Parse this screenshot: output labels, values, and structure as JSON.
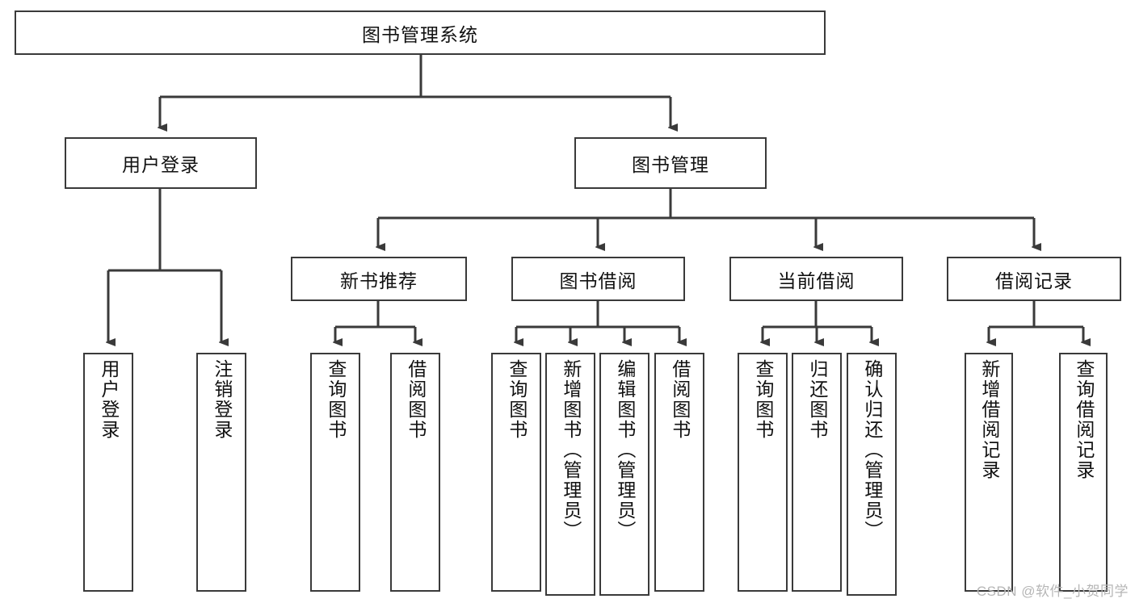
{
  "diagram": {
    "type": "tree",
    "title": "图书管理系统",
    "watermark": "CSDN @软件_小贺同学",
    "root": {
      "label": "图书管理系统"
    },
    "level1": [
      {
        "label": "用户登录"
      },
      {
        "label": "图书管理"
      }
    ],
    "level2": [
      {
        "label": "新书推荐"
      },
      {
        "label": "图书借阅"
      },
      {
        "label": "当前借阅"
      },
      {
        "label": "借阅记录"
      }
    ],
    "leaves": {
      "user_login": [
        {
          "label": "用户登录"
        },
        {
          "label": "注销登录"
        }
      ],
      "new_book_recommend": [
        {
          "label": "查询图书"
        },
        {
          "label": "借阅图书"
        }
      ],
      "book_borrow": [
        {
          "label": "查询图书"
        },
        {
          "label": "新增图书（管理员）"
        },
        {
          "label": "编辑图书（管理员）"
        },
        {
          "label": "借阅图书"
        }
      ],
      "current_borrow": [
        {
          "label": "查询图书"
        },
        {
          "label": "归还图书"
        },
        {
          "label": "确认归还（管理员）"
        }
      ],
      "borrow_record": [
        {
          "label": "新增借阅记录"
        },
        {
          "label": "查询借阅记录"
        }
      ]
    },
    "colors": {
      "stroke": "#3a3a3a",
      "fill": "#ffffff",
      "text": "#111111",
      "watermark": "#b6b6b6"
    }
  }
}
